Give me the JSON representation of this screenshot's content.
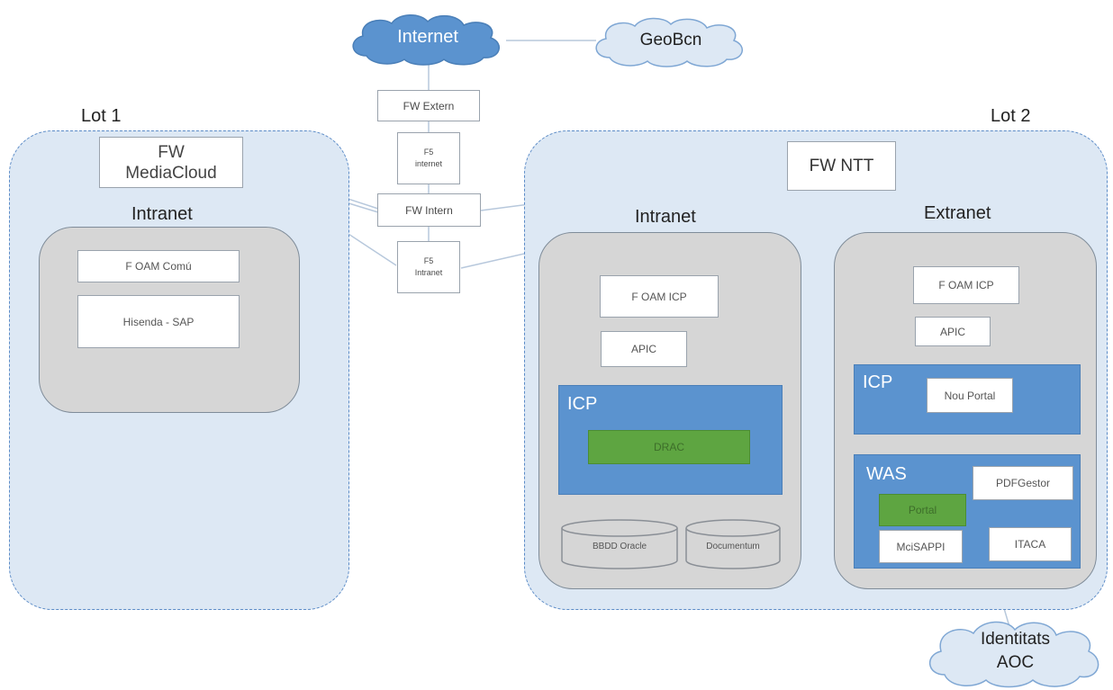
{
  "colors": {
    "region_fill": "#dde8f4",
    "region_border": "#5b8bc7",
    "zone_fill": "#d6d6d6",
    "icp_blue": "#5b93cf",
    "green": "#5ea541",
    "internet_cloud": "#5b93cf",
    "light_cloud": "#dde8f4"
  },
  "clouds": {
    "internet": "Internet",
    "geobcn": "GeoBcn",
    "identitats_line1": "Identitats",
    "identitats_line2": "AOC"
  },
  "firewalls": {
    "fw_extern": "FW Extern",
    "f5_internet_line1": "F5",
    "f5_internet_line2": "internet",
    "fw_intern": "FW Intern",
    "f5_intranet_line1": "F5",
    "f5_intranet_line2": "Intranet"
  },
  "lot1": {
    "label": "Lot 1",
    "fw_line1": "FW",
    "fw_line2": "MediaCloud",
    "intranet_title": "Intranet",
    "oam": "F OAM Comú",
    "sap": "Hisenda - SAP"
  },
  "lot2": {
    "label": "Lot 2",
    "fw": "FW NTT",
    "intranet": {
      "title": "Intranet",
      "oam": "F OAM ICP",
      "apic": "APIC",
      "icp": "ICP",
      "drac": "DRAC",
      "db1": "BBDD Oracle",
      "db2": "Documentum"
    },
    "extranet": {
      "title": "Extranet",
      "oam": "F OAM ICP",
      "apic": "APIC",
      "icp": "ICP",
      "nou_portal": "Nou Portal",
      "was": "WAS",
      "pdfgestor": "PDFGestor",
      "portal": "Portal",
      "mcisappi": "MciSAPPI",
      "itaca": "ITACA"
    }
  }
}
